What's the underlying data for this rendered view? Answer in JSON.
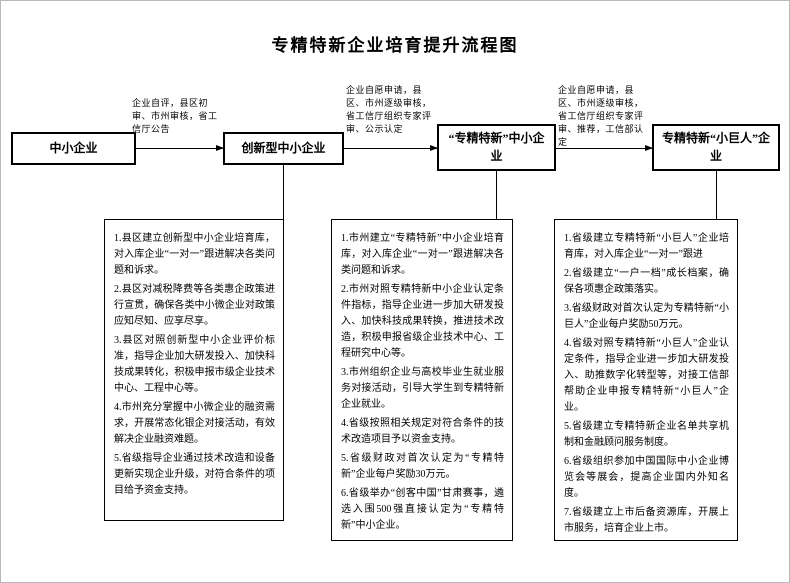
{
  "title": "专精特新企业培育提升流程图",
  "stages": [
    {
      "label": "中小企业"
    },
    {
      "label": "创新型中小企业"
    },
    {
      "label": "“专精特新”中小企业"
    },
    {
      "label": "专精特新“小巨人”企业"
    }
  ],
  "arrows": [
    {
      "label": "企业自评，县区初审、市州审核，省工信厅公告"
    },
    {
      "label": "企业自愿申请，县区、市州逐级审核，省工信厅组织专家评审、公示认定"
    },
    {
      "label": "企业自愿申请，县区、市州逐级审核，省工信厅组织专家评审、推荐，工信部认定"
    }
  ],
  "details": [
    {
      "items": [
        "1.县区建立创新型中小企业培育库，对入库企业“一对一”跟进解决各类问题和诉求。",
        "2.县区对减税降费等各类惠企政策进行宣贯，确保各类中小微企业对政策应知尽知、应享尽享。",
        "3.县区对照创新型中小企业评价标准，指导企业加大研发投入、加快科技成果转化，积极申报市级企业技术中心、工程中心等。",
        "4.市州充分掌握中小微企业的融资需求，开展常态化银企对接活动，有效解决企业融资难题。",
        "5.省级指导企业通过技术改造和设备更新实现企业升级，对符合条件的项目给予资金支持。"
      ]
    },
    {
      "items": [
        "1.市州建立“专精特新”中小企业培育库，对入库企业“一对一”跟进解决各类问题和诉求。",
        "2.市州对照专精特新中小企业认定条件指标，指导企业进一步加大研发投入、加快科技成果转换，推进技术改造，积极申报省级企业技术中心、工程研究中心等。",
        "3.市州组织企业与高校毕业生就业服务对接活动，引导大学生到专精特新企业就业。",
        "4.省级按照相关规定对符合条件的技术改造项目予以资金支持。",
        "5.省级财政对首次认定为“专精特新”企业每户奖励30万元。",
        "6.省级举办“创客中国”甘肃赛事，遴选入围500强直接认定为“专精特新”中小企业。"
      ]
    },
    {
      "items": [
        "1.省级建立专精特新“小巨人”企业培育库，对入库企业“一对一”跟进",
        "2.省级建立“一户一档”成长档案，确保各项惠企政策落实。",
        "3.省级财政对首次认定为专精特新“小巨人”企业每户奖励50万元。",
        "4.省级对照专精特新“小巨人”企业认定条件，指导企业进一步加大研发投入、助推数字化转型等，对接工信部帮助企业申报专精特新“小巨人”企业。",
        "5.省级建立专精特新企业名单共享机制和金融顾问服务制度。",
        "6.省级组织参加中国国际中小企业博览会等展会，提高企业国内外知名度。",
        "7.省级建立上市后备资源库，开展上市服务，培育企业上市。"
      ]
    }
  ],
  "colors": {
    "line": "#000000",
    "border": "#000000",
    "text": "#000000",
    "background": "#ffffff"
  }
}
